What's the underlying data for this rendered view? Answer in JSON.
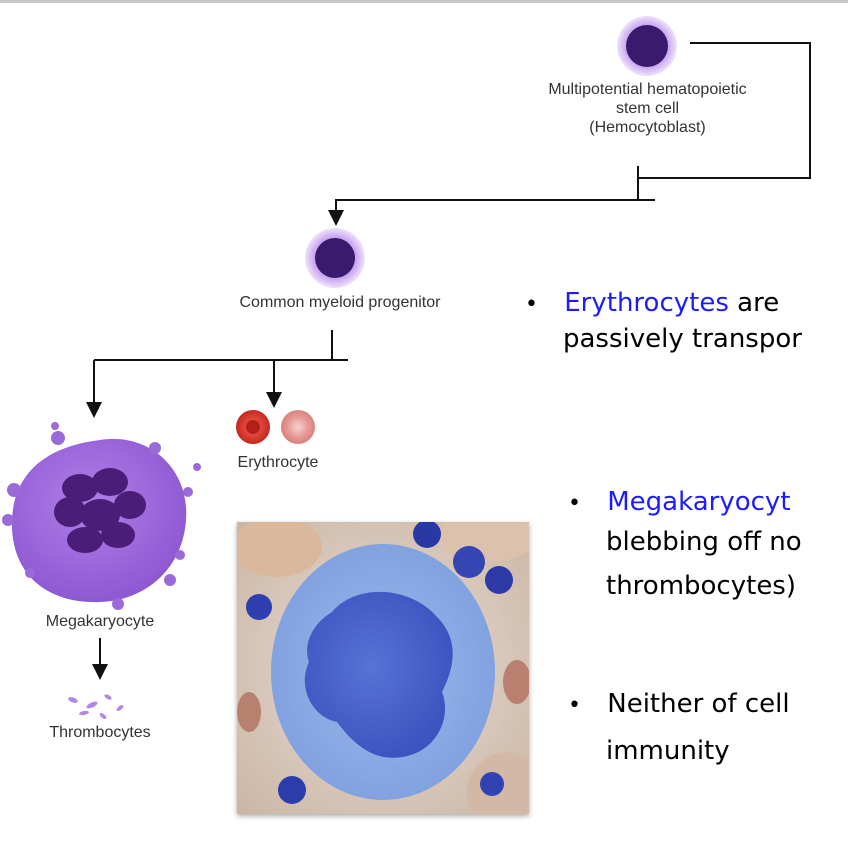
{
  "labels": {
    "stem_line1": "Multipotential hematopoietic",
    "stem_line2": "stem cell",
    "stem_line3": "(Hemocytoblast)",
    "myeloid": "Common myeloid progenitor",
    "erythrocyte": "Erythrocyte",
    "megakaryocyte": "Megakaryocyte",
    "thrombocytes": "Thrombocytes"
  },
  "bullets": [
    {
      "highlight": "Erythrocytes",
      "rest": " are",
      "line2": "passively transpor"
    },
    {
      "highlight": "Megakaryocyt",
      "rest": "",
      "line2": "blebbing off no",
      "line3": "thrombocytes)"
    },
    {
      "highlight": "",
      "rest": "Neither of cell",
      "line2": "immunity"
    }
  ],
  "colors": {
    "highlight": "#1c1cff",
    "cell_purple": "#9a6ad8",
    "nucleus": "#3b1a6e",
    "rbc": "#d0302a"
  }
}
